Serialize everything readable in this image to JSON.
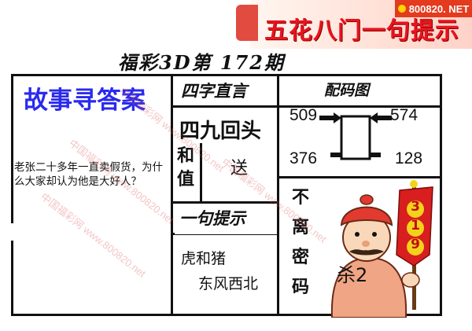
{
  "header": {
    "banner_title": "五花八门一句提示",
    "site_badge": "800820. NET"
  },
  "issue_title": "福彩3D第 172期",
  "story": {
    "title": "故事寻答案",
    "question": "老张二十多年一直卖假货，为什么大家却认为他是大好人？"
  },
  "four_words": {
    "label": "四字直言",
    "phrase": "四九回头",
    "left_chars": [
      "和",
      "值"
    ],
    "side_char": "送"
  },
  "one_hint": {
    "label": "一句提示",
    "line1": "虎和猪",
    "line2": "东风西北"
  },
  "code_map": {
    "label": "配码图",
    "numbers": [
      "509",
      "574",
      "376",
      "128"
    ]
  },
  "bottom_hint": {
    "chars": [
      "不",
      "离",
      "密",
      "码"
    ],
    "kill": "杀2"
  },
  "flag": {
    "digits": [
      "3",
      "1",
      "9"
    ]
  },
  "watermark": "中国福彩网 www.800820.net",
  "colors": {
    "banner_red": "#e8141e",
    "story_blue": "#2a2aee",
    "flag_red": "#d81e1e",
    "flag_yellow": "#f4d21c"
  }
}
